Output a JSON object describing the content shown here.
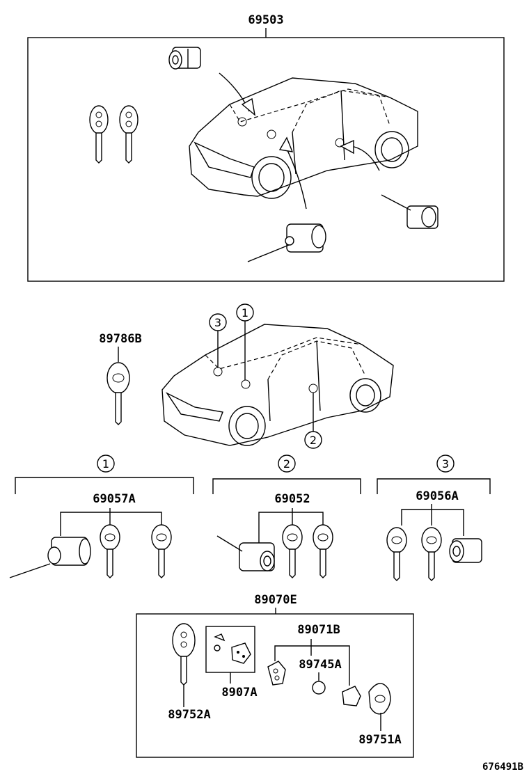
{
  "labels": {
    "top_assembly": "69503",
    "key_blank": "89786B",
    "set_1": "69057A",
    "set_2": "69052",
    "set_3": "69056A",
    "transmitter_set": "89070E",
    "transmitter_case": "89071B",
    "battery": "89745A",
    "board": "8907A",
    "key_1": "89752A",
    "key_2": "89751A",
    "drawing_no": "676491B"
  },
  "callouts": {
    "c1": "1",
    "c2": "2",
    "c3": "3",
    "g1": "1",
    "g2": "2",
    "g3": "3"
  }
}
